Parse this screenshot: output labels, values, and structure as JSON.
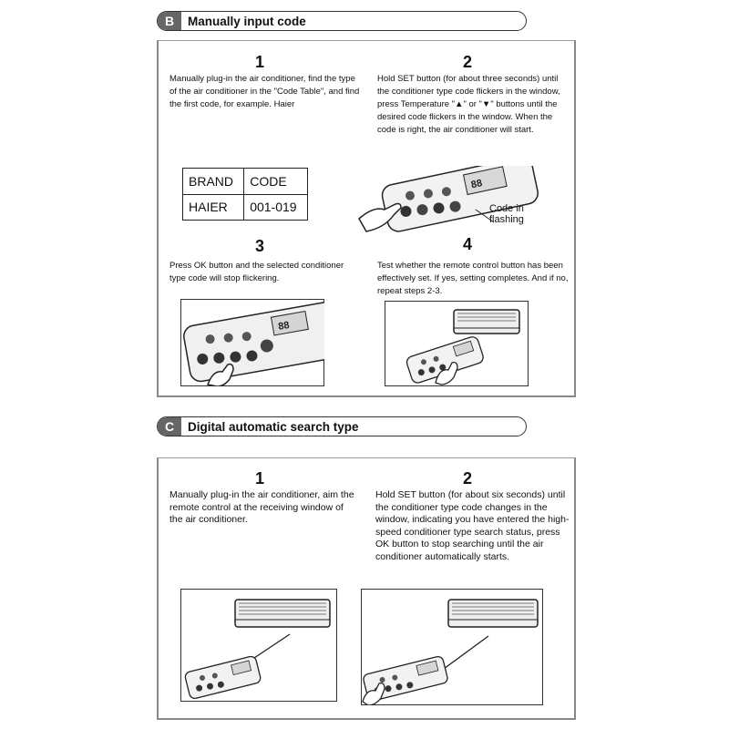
{
  "section_b": {
    "letter": "B",
    "title": "Manually input code",
    "steps": [
      {
        "num": "1",
        "text": "Manually plug-in the air conditioner, find the type of the air conditioner in the \"Code Table\", and find the first code, for example. Haier"
      },
      {
        "num": "2",
        "text": "Hold SET button (for about three seconds) until the conditioner type code flickers in the window, press Temperature \"▲\" or \"▼\" buttons until the desired code flickers in the window. When the code is right, the air conditioner will start."
      },
      {
        "num": "3",
        "text": "Press OK button and the selected conditioner type code will stop flickering."
      },
      {
        "num": "4",
        "text": "Test whether the remote control button has been effectively set. If yes, setting completes. And if no, repeat steps 2-3."
      }
    ],
    "table": {
      "header": [
        "BRAND",
        "CODE"
      ],
      "row": [
        "HAIER",
        "001-019"
      ]
    },
    "callout_line1": "Code in",
    "callout_line2": "flashing"
  },
  "section_c": {
    "letter": "C",
    "title": "Digital automatic search type",
    "steps": [
      {
        "num": "1",
        "text": "Manually plug-in the air conditioner, aim the remote control at the receiving window of the air conditioner."
      },
      {
        "num": "2",
        "text": "Hold SET button (for about six seconds) until the conditioner type code changes in the window, indicating you have entered the high-speed conditioner type search status, press OK button to stop searching until the air conditioner automatically starts."
      }
    ]
  }
}
